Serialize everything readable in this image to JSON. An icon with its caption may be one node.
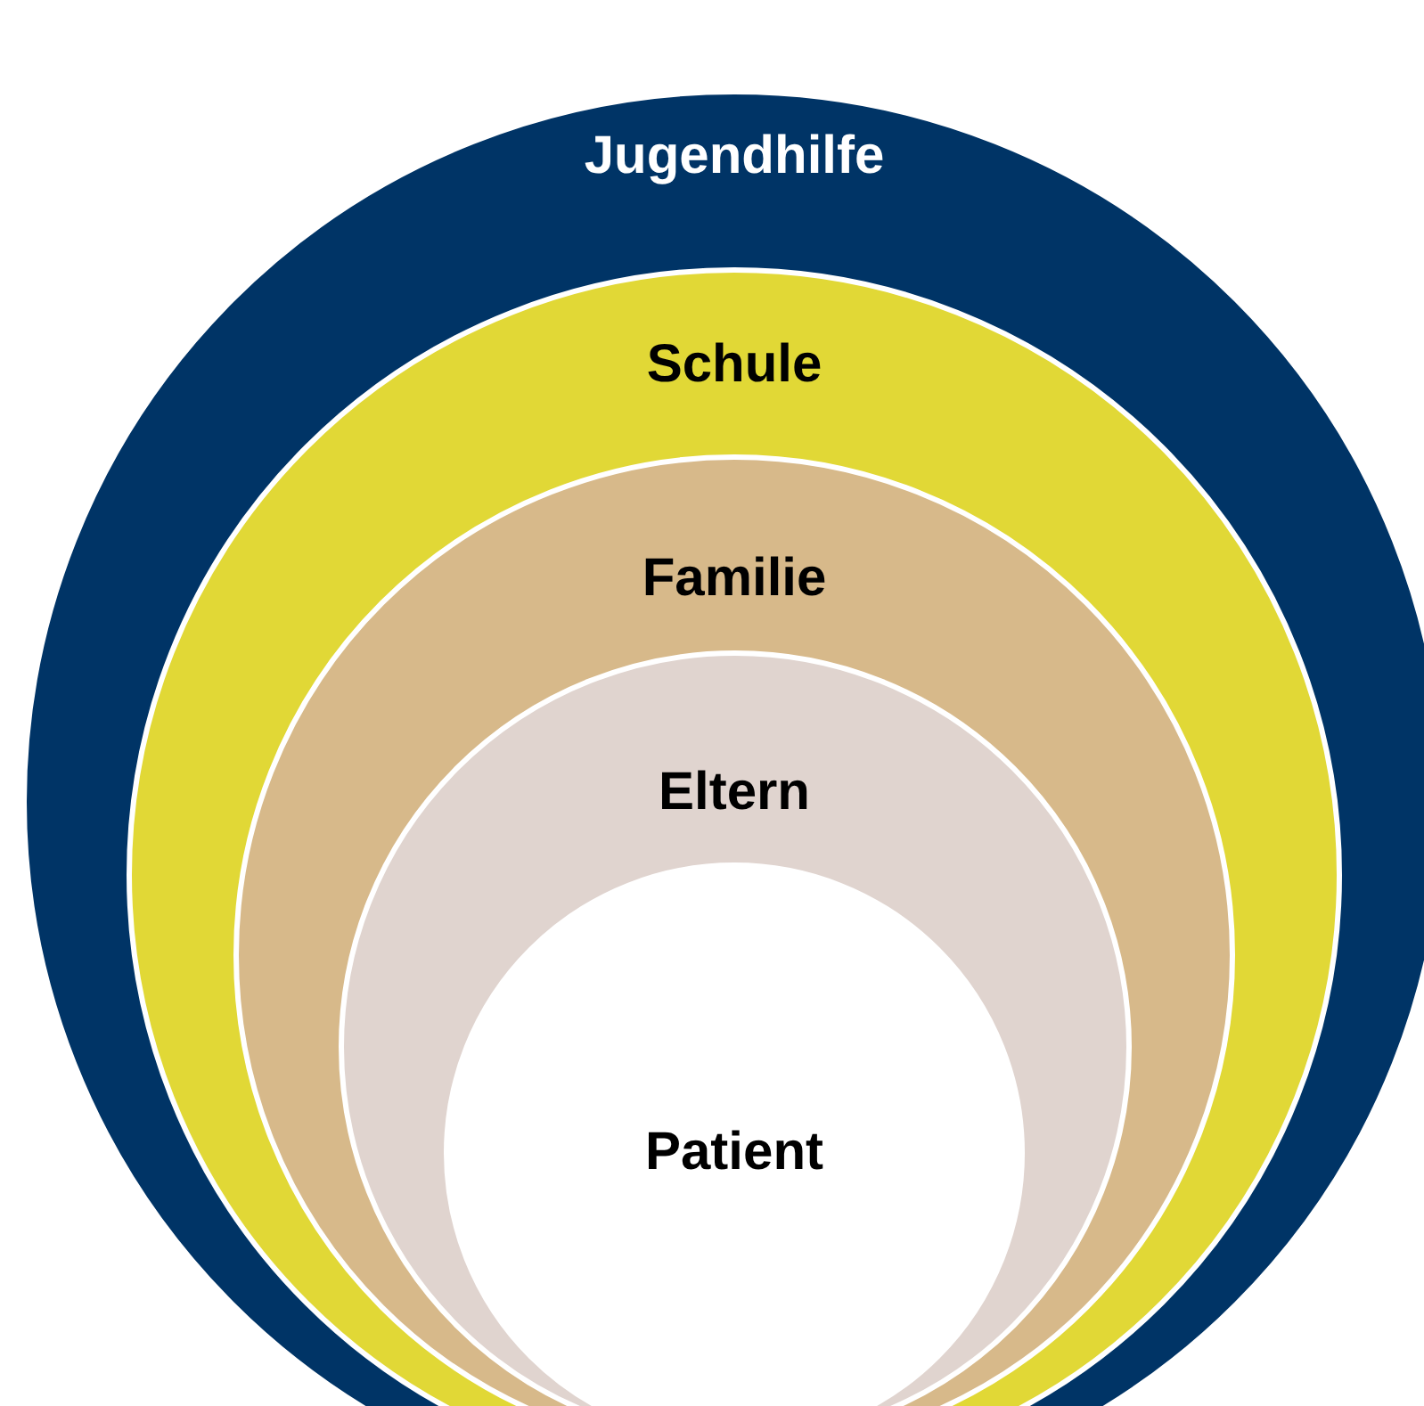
{
  "diagram": {
    "nodes": [
      {
        "text": [
          "Jugendhilfe"
        ]
      },
      {
        "text": [
          "Schule"
        ],
        "in": 0
      },
      {
        "text": [
          "Familie"
        ],
        "in": 1
      },
      {
        "text": [
          "Eltern"
        ],
        "in": 2
      },
      {
        "text": [
          "Patient"
        ],
        "in": 3
      }
    ]
  }
}
